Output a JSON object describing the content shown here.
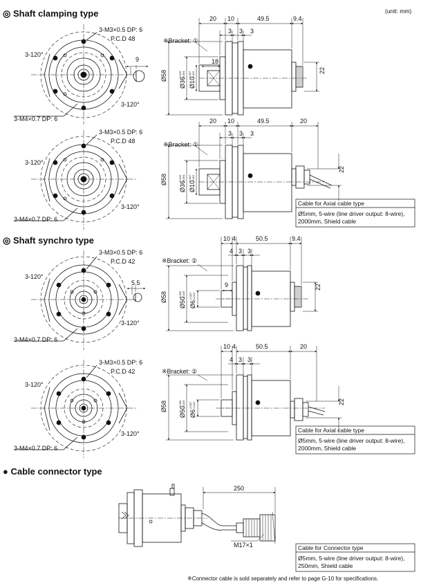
{
  "unit": "(unit: mm)",
  "sections": {
    "clamping": {
      "title": "◎ Shaft clamping type"
    },
    "synchro": {
      "title": "◎ Shaft synchro type"
    },
    "connector": {
      "title": "● Cable connector type"
    }
  },
  "clamp_connector_front": {
    "top_label": "3-M3×0.5 DP: 6",
    "pcd": "P.C.D 48",
    "left_angle": "3-120°",
    "right_angle": "3-120°",
    "bottom_label": "3-M4×0.7 DP: 6",
    "flat_width": "9"
  },
  "clamp_connector_side": {
    "dims_top": [
      "20",
      "10",
      "49.5",
      "9.4"
    ],
    "dims_sub": [
      "3",
      "3",
      "3"
    ],
    "bracket": "※Bracket: ①",
    "flat": "18",
    "body_dia": "Ø58",
    "pilot_dia": "Ø36",
    "pilot_tol": [
      "-0.025",
      "-0.064"
    ],
    "shaft_dia": "Ø10",
    "shaft_tol": [
      "-0.007",
      "-0.022"
    ],
    "conn_height": "22"
  },
  "clamp_axial_front": {
    "top_label": "3-M3×0.5 DP: 6",
    "pcd": "P.C.D 48",
    "left_angle": "3-120°",
    "right_angle": "3-120°",
    "bottom_label": "3-M4×0.7 DP: 6"
  },
  "clamp_axial_side": {
    "dims_top": [
      "20",
      "10",
      "49.5",
      "20"
    ],
    "dims_sub": [
      "3",
      "3",
      "3"
    ],
    "bracket": "※Bracket: ①",
    "body_dia": "Ø58",
    "pilot_dia": "Ø36",
    "pilot_tol": [
      "-0.025",
      "-0.064"
    ],
    "shaft_dia": "Ø10",
    "shaft_tol": [
      "-0.007",
      "-0.022"
    ],
    "conn_height": "22",
    "cable_box_title": "Cable for Axial cable type",
    "cable_box_lines": [
      "Ø5mm, 5-wire (line driver output: 8-wire),",
      "2000mm, Shield cable"
    ]
  },
  "sync_connector_front": {
    "top_label": "3-M3×0.5 DP: 6",
    "pcd": "P.C.D 42",
    "left_angle": "3-120°",
    "right_angle": "3-120°",
    "bottom_label": "3-M4×0.7 DP: 6",
    "flat_width": "5.5"
  },
  "sync_connector_side": {
    "dims_top": [
      "10",
      "4",
      "50.5",
      "9.4"
    ],
    "dims_sub": [
      "4",
      "3",
      "3"
    ],
    "bracket": "※Bracket: ②",
    "flat": "9",
    "body_dia": "Ø58",
    "pilot_dia": "Ø50",
    "pilot_tol": [
      "-0.009",
      "-0.025"
    ],
    "shaft_dia": "Ø6",
    "shaft_tol": [
      "-0.007",
      "-0.022"
    ],
    "conn_height": "22"
  },
  "sync_axial_front": {
    "top_label": "3-M3×0.5 DP: 6",
    "pcd": "P.C.D 42",
    "left_angle": "3-120°",
    "right_angle": "3-120°",
    "bottom_label": "3-M4×0.7 DP: 6"
  },
  "sync_axial_side": {
    "dims_top": [
      "10",
      "4",
      "50.5",
      "20"
    ],
    "dims_sub": [
      "4",
      "3",
      "3"
    ],
    "bracket": "※Bracket: ②",
    "body_dia": "Ø58",
    "pilot_dia": "Ø50",
    "pilot_tol": [
      "-0.009",
      "-0.025"
    ],
    "shaft_dia": "Ø6",
    "shaft_tol": [
      "-0.007",
      "-0.022"
    ],
    "conn_height": "22",
    "cable_box_title": "Cable for Axial cable type",
    "cable_box_lines": [
      "Ø5mm, 5-wire (line driver output: 8-wire),",
      "2000mm, Shield cable"
    ]
  },
  "connector_type": {
    "cable_length": "250",
    "connector_label": "M17×1",
    "cable_box_title": "Cable for Connector type",
    "cable_box_lines": [
      "Ø5mm, 5-wire (line driver output: 8-wire),",
      "250mm, Shield cable"
    ],
    "footnote": "※Connector cable is sold separately and refer to page G-10 for specifications."
  }
}
